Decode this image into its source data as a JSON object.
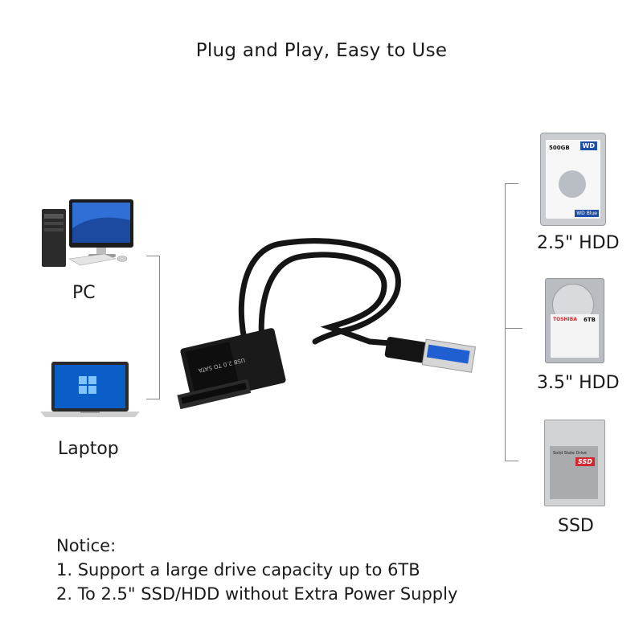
{
  "title": "Plug and Play, Easy to Use",
  "hosts": [
    {
      "label": "PC"
    },
    {
      "label": "Laptop"
    }
  ],
  "drives": [
    {
      "label": "2.5\" HDD",
      "brand": "WD",
      "capacity": "500GB",
      "series": "WD Blue"
    },
    {
      "label": "3.5\" HDD",
      "brand": "TOSHIBA",
      "capacity": "6TB"
    },
    {
      "label": "SSD",
      "model": "Solid State Drive",
      "badge": "SSD"
    }
  ],
  "adapter": {
    "printed_text": "USB 2.0 TO SATA"
  },
  "notice": {
    "heading": "Notice:",
    "lines": [
      "1. Support a large drive capacity up to 6TB",
      "2. To 2.5\" SSD/HDD without Extra Power Supply"
    ]
  },
  "colors": {
    "bracket": "#888888",
    "usb_blue": "#1f5fd1",
    "wd_blue": "#1e4fa8",
    "toshiba_red": "#d0282e"
  }
}
